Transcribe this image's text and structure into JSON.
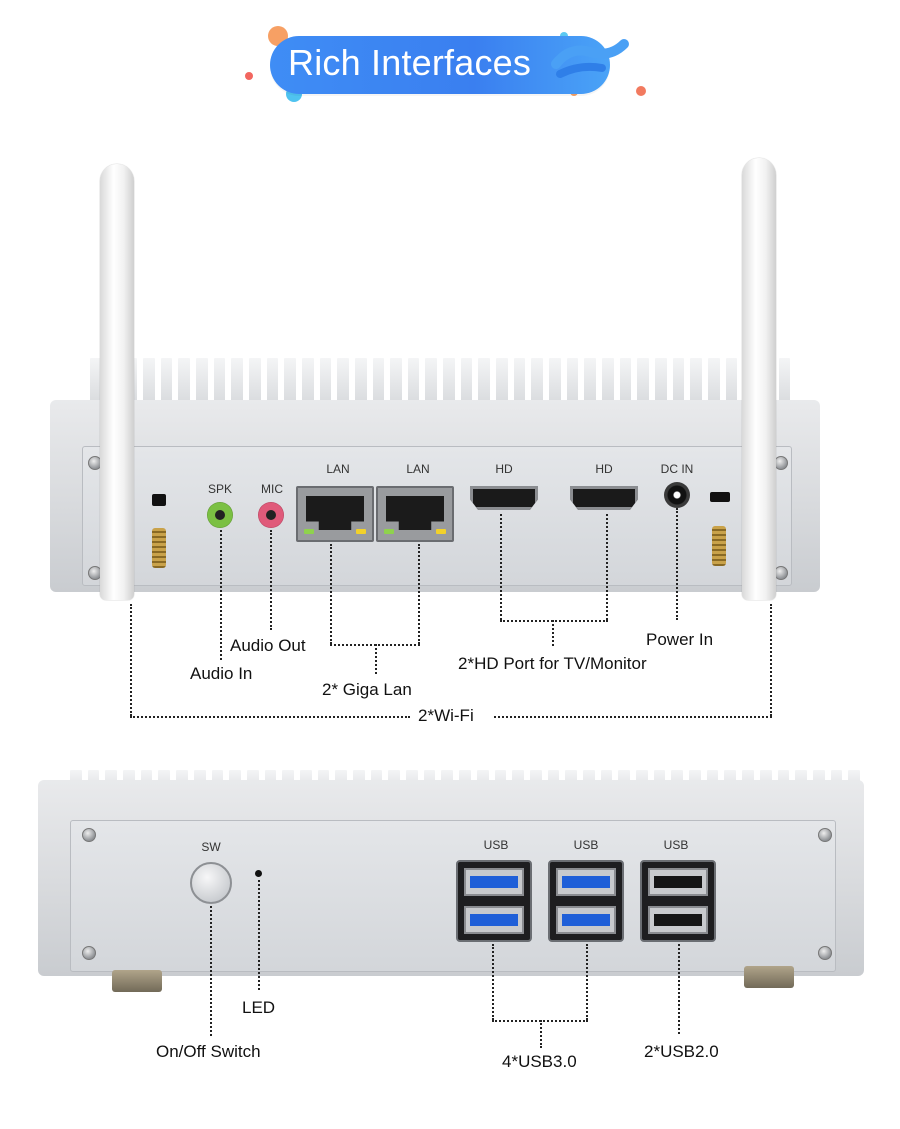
{
  "banner": {
    "title": "Rich Interfaces",
    "color": "#3a84f2"
  },
  "top_device": {
    "port_labels": {
      "spk": "SPK",
      "mic": "MIC",
      "lan1": "LAN",
      "lan2": "LAN",
      "hd1": "HD",
      "hd2": "HD",
      "dcin": "DC IN"
    },
    "callouts": {
      "audio_out": "Audio Out",
      "audio_in": "Audio In",
      "giga_lan": "2* Giga Lan",
      "hd_port": "2*HD Port for TV/Monitor",
      "power_in": "Power In",
      "wifi": "2*Wi-Fi"
    }
  },
  "bottom_device": {
    "port_labels": {
      "sw": "SW",
      "usb1": "USB",
      "usb2": "USB",
      "usb3": "USB"
    },
    "callouts": {
      "led": "LED",
      "onoff": "On/Off Switch",
      "usb30": "4*USB3.0",
      "usb20": "2*USB2.0"
    }
  },
  "colors": {
    "usb3_tongue": "#1f5fd8",
    "spk_jack": "#7bc043",
    "mic_jack": "#e05a7a"
  }
}
